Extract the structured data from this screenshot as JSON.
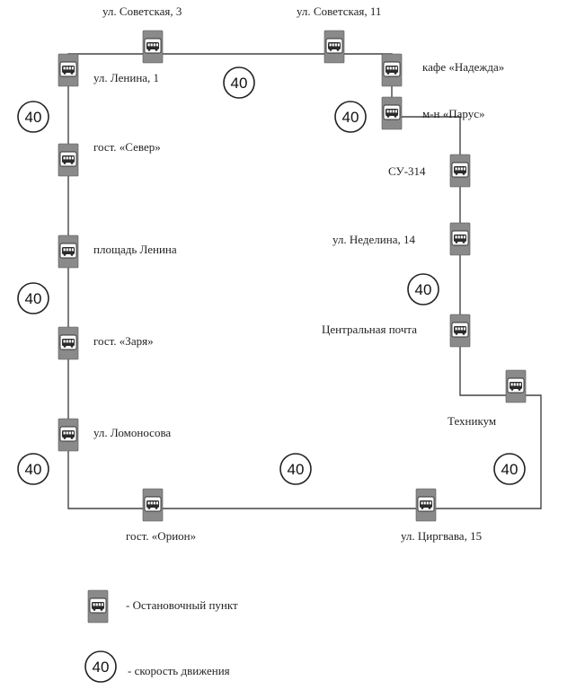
{
  "route": {
    "stops": [
      {
        "id": "sovetskaya-3",
        "label": "ул. Советская, 3"
      },
      {
        "id": "sovetskaya-11",
        "label": "ул. Советская, 11"
      },
      {
        "id": "lenina-1",
        "label": "ул. Ленина, 1"
      },
      {
        "id": "nadezhda",
        "label": "кафе «Надежда»"
      },
      {
        "id": "parus",
        "label": "м-н «Парус»"
      },
      {
        "id": "sever",
        "label": "гост. «Север»"
      },
      {
        "id": "su-314",
        "label": "СУ-314"
      },
      {
        "id": "nedelina-14",
        "label": "ул. Неделина, 14"
      },
      {
        "id": "ploshchad-lenina",
        "label": "площадь Ленина"
      },
      {
        "id": "pochta",
        "label": "Центральная почта"
      },
      {
        "id": "zarya",
        "label": "гост. «Заря»"
      },
      {
        "id": "tekhnikum",
        "label": "Техникум"
      },
      {
        "id": "lomonosova",
        "label": "ул. Ломоносова"
      },
      {
        "id": "orion",
        "label": "гост. «Орион»"
      },
      {
        "id": "cirgvava-15",
        "label": "ул. Циргвава, 15"
      }
    ],
    "speed_limit": "40",
    "speed_sign_count": 8
  },
  "legend": {
    "stop_text": "- Остановочный пункт",
    "speed_value": "40",
    "speed_text": "- скорость движения"
  },
  "icons": {
    "stop": "bus-stop-icon",
    "speed": "speed-limit-icon"
  }
}
